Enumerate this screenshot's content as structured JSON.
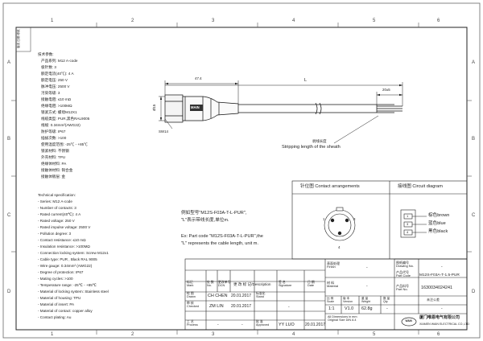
{
  "frame": {
    "top_ruler": [
      "1",
      "2",
      "3",
      "4",
      "5",
      "6"
    ],
    "bottom_ruler": [
      "1",
      "2",
      "3",
      "4",
      "5",
      "6"
    ],
    "left_ruler": [
      "A",
      "B",
      "C",
      "D"
    ],
    "right_ruler": [
      "A",
      "B",
      "C",
      "D"
    ],
    "corner_stamp": "版次 日期 修改"
  },
  "specs_cn": {
    "title": "技术参数:",
    "lines": [
      "产品系列: M12 A-code",
      "极针数: 3",
      "额定电流(40℃): 4 A",
      "额定电压: 250 V",
      "脉冲电压: 2500 V",
      "污染等级: 3",
      "接触电阻: ≤10 mΩ",
      "绝缘电阻: >100MΩ",
      "锁紧方式: 螺母M12X1",
      "线缆类型: PUR,黑色RAL9005",
      "线规: 0.34mm²(AWG22)",
      "防护等级: IP67",
      "插拔次数: >100",
      "使用温度范围: -25℃ - +85℃",
      "锁紧材料: 不锈钢",
      "外壳材料: TPU",
      "绝缘体材料: PA",
      "接触体材料: 铜合金",
      "接触体镀层: 金"
    ]
  },
  "specs_en": {
    "title": "Technical specification:",
    "lines": [
      "- Series: M12 A-code",
      "- Number of contacts: 3",
      "- Rated current(40℃): 4 A",
      "- Rated voltage: 250 V",
      "- Rated impulse voltage: 2500 V",
      "- Pollution degree: 3",
      "- Contact resistance: ≤10 mΩ",
      "- Insulation resistance: >100MΩ",
      "- Connection locking system: Screw M12x1",
      "- Cable type: PUR , Black RAL 9005",
      "- Wire gauge: 0.34mm² (AWG22)",
      "- Degree of protection: IP67",
      "- Mating cycles: >100",
      "- Temperature range: -25℃ - +85℃",
      "- Material of locking system: Stainless steel",
      "- Material of housing: TPU",
      "- Material of insert: PA",
      "- Material of contact: copper alloy",
      "- Contact plating: Au"
    ]
  },
  "drawing": {
    "dim_474": "47.4",
    "dim_L": "L",
    "dim_20": "20±5",
    "dia": "Ø15",
    "sw": "SW14",
    "brand": "MAIN",
    "strip_cn": "剥线长度",
    "strip_en": "Stripping length of the sheath"
  },
  "example": {
    "cn_line1": "例如型号\"M12S-F03A-T-L-PUR\",",
    "cn_line2": "\"L\"表示带线长度,单位m.",
    "en_line1": "Ex: Part code \"M12S-F03A-T-L-PUR\",the",
    "en_line2": "\"L\" represents the cable length, unit m."
  },
  "contact": {
    "header": "针位图  Contact arrangements",
    "pins": [
      "1",
      "3",
      "4"
    ]
  },
  "circuit": {
    "header": "接线图  Circuit diagram",
    "rows": [
      {
        "pin": "1",
        "label": "棕色brown"
      },
      {
        "pin": "3",
        "label": "蓝色blue"
      },
      {
        "pin": "4",
        "label": "黑色black"
      }
    ]
  },
  "title_block": {
    "finish_label": "表面处理\nFinish",
    "finish_value": "-",
    "material_label": "材 料\nMaterial",
    "material_value": "-",
    "drawing_no_label": "图纸编号\nDrawing No.",
    "drawing_no_value": "-",
    "part_code_label": "产品代号\nPart Code",
    "part_code_value": "M12S-F03A-T-1.5-PUR",
    "part_no_label": "产品料号\nPart No.",
    "part_no_value": "1630034024241",
    "rev_headers": [
      "标记\nMark",
      "处 数\nNo.",
      "更改单号\nDCN",
      "更 改 标 记/Description",
      "签 名\nSignature",
      "日 期\nDate"
    ],
    "rows": [
      {
        "label": "绘 图\nDrawn",
        "name": "CH CHEN",
        "date": "20.01.2017"
      },
      {
        "label": "审 核\nChecked",
        "name": "ZM LIN",
        "date": "20.01.2017"
      },
      {
        "label": "工 艺\nProcess",
        "name": "-",
        "date": "-"
      }
    ],
    "std_label": "标准化\nStand",
    "std_value": "-",
    "approved_label": "批 准\nApproved",
    "approved_name": "YY LUO",
    "approved_date": "20.01.2017",
    "scale_label": "比 例\nScale",
    "scale_value": "1:1",
    "version_label": "版 本\nVersion",
    "version_value": "V1.0",
    "weight_label": "重 量\nWeight",
    "weight_value": "62.8g",
    "qty_label": "数 量\nQty.",
    "qty_value": "-",
    "tolerance_label": "未注公差",
    "tolerance_value": "-",
    "dim_note": "All Dimensions in mm\nOriginal Size DIN A 4",
    "company_cn": "厦门唯恩电气有限公司",
    "company_en": "XIAMEN WAIN ELECTRICAL CO.,LTD",
    "company_logo": "WAIN"
  }
}
